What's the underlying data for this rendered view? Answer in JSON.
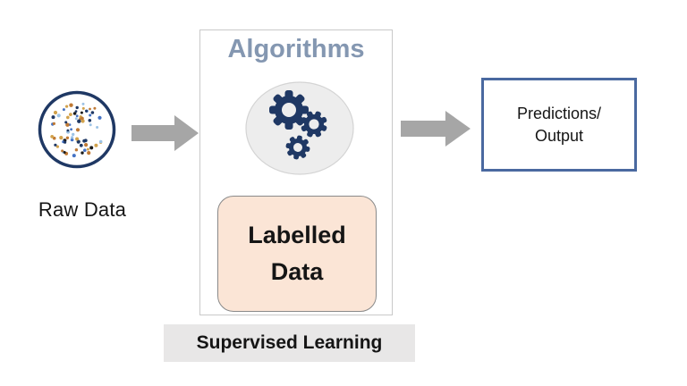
{
  "nodes": {
    "raw_data": {
      "label": "Raw Data"
    },
    "algorithms": {
      "title": "Algorithms"
    },
    "labelled_data": {
      "line1": "Labelled",
      "line2": "Data"
    },
    "supervised_learning": {
      "label": "Supervised Learning"
    },
    "predictions": {
      "line1": "Predictions/",
      "line2": "Output"
    }
  },
  "icons": {
    "raw_data": "scatter-dots-circle-icon",
    "algorithms": "gears-icon",
    "flow": "arrow-right-icon"
  },
  "raw_data_icon": {
    "dot_count": 72,
    "dot_colors": [
      "#1a1a1a",
      "#d2a24c",
      "#4472c4",
      "#9dc3e6",
      "#1f3864",
      "#c07a35"
    ]
  },
  "colors": {
    "navy": "#1f3864",
    "title-blue": "#8497b1",
    "arrow-gray": "#a6a6a6",
    "peach": "#fbe5d6",
    "peach-border": "#8a8a8a",
    "box-border": "#c9c9c9",
    "pred-border": "#4a69a0",
    "banner-bg": "#e8e7e7",
    "ellipse-fill": "#ededed",
    "ellipse-border": "#d4d4d4",
    "text": "#151515"
  }
}
